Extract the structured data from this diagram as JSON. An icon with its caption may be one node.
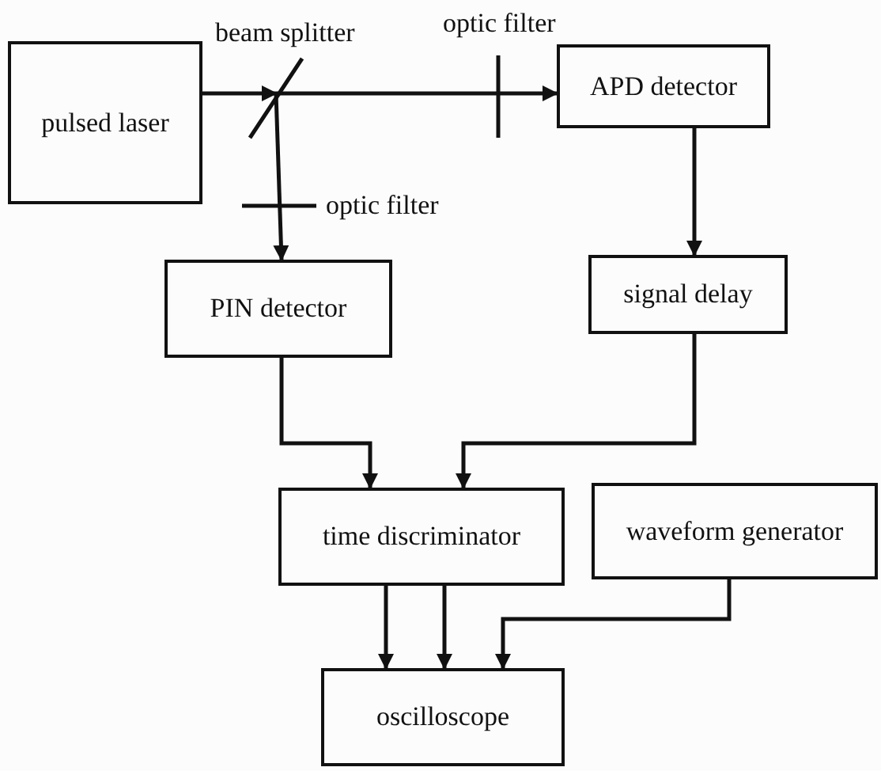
{
  "diagram": {
    "nodes": [
      {
        "text": [
          "pulsed laser"
        ]
      },
      {
        "text": [],
        "shape": "bar",
        "beside": [
          "beam splitter"
        ]
      },
      {
        "text": [
          "APD detector"
        ]
      },
      {
        "text": [
          "PIN detector"
        ]
      },
      {
        "text": [
          "signal delay"
        ]
      },
      {
        "text": [
          "time discriminator"
        ]
      },
      {
        "text": [
          "waveform generator"
        ]
      },
      {
        "text": [
          "oscilloscope"
        ]
      }
    ],
    "edges": [
      {
        "from": 0,
        "to": 1,
        "arrow": "to"
      },
      {
        "from": 1,
        "to": 2,
        "arrow": "to"
      },
      {
        "from": 1,
        "to": 3,
        "arrow": "to"
      },
      {
        "from": 2,
        "to": 4,
        "arrow": "to"
      },
      {
        "from": 3,
        "to": 5,
        "arrow": "to"
      },
      {
        "from": 4,
        "to": 5,
        "arrow": "to"
      },
      {
        "from": 5,
        "to": 7,
        "arrow": "to"
      },
      {
        "from": 5,
        "to": 7,
        "arrow": "to"
      },
      {
        "from": 6,
        "to": 7,
        "arrow": "to"
      }
    ],
    "labels": [
      "optic filter",
      "optic filter"
    ]
  }
}
